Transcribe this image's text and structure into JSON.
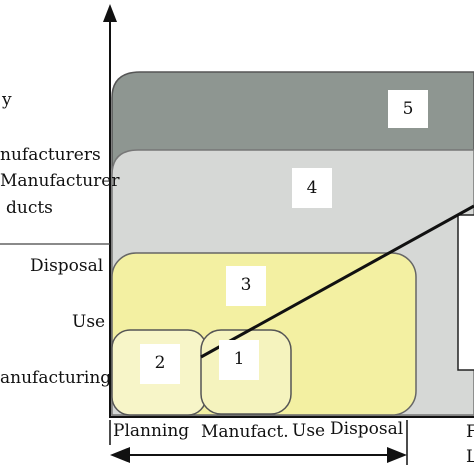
{
  "y_labels": {
    "line_1": "y",
    "line_2": "nufacturers",
    "line_3": "Manufacturer",
    "line_4": "ducts",
    "disposal": "Disposal",
    "use": "Use",
    "manufacturing": "anufacturing"
  },
  "x_labels": {
    "planning": "Planning",
    "manufact": "Manufact.",
    "use": "Use",
    "disposal": "Disposal",
    "cut_1": "F",
    "cut_2": "L"
  },
  "regions": [
    {
      "id": "5",
      "label": "5"
    },
    {
      "id": "4",
      "label": "4"
    },
    {
      "id": "3",
      "label": "3"
    },
    {
      "id": "2",
      "label": "2"
    },
    {
      "id": "1",
      "label": "1"
    }
  ],
  "colors": {
    "region_5": "#8e9691",
    "region_4": "#d6d8d6",
    "region_3": "#f3f0a2",
    "region_2": "#f7f5c8",
    "region_1": "#f5f3be",
    "axis": "#111111"
  }
}
